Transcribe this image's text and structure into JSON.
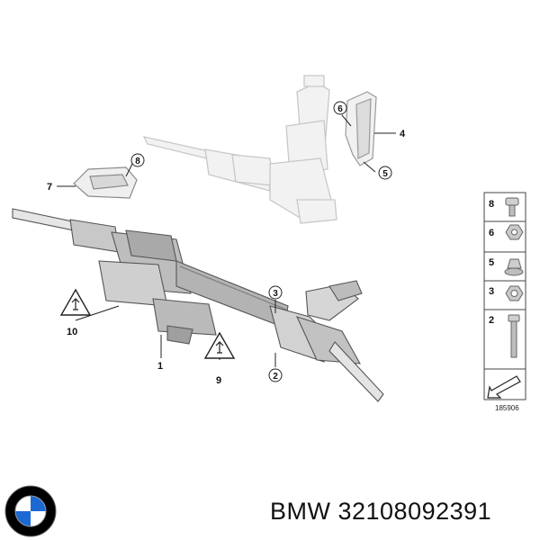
{
  "diagram": {
    "callouts": {
      "p1": "1",
      "p2": "2",
      "p3": "3",
      "p4": "4",
      "p5": "5",
      "p6": "6",
      "p7": "7",
      "p8": "8",
      "p9": "9",
      "p10": "10"
    },
    "legend": [
      {
        "num": "8",
        "icon": "torx-bolt-icon"
      },
      {
        "num": "6",
        "icon": "hex-nut-icon"
      },
      {
        "num": "5",
        "icon": "flange-nut-icon"
      },
      {
        "num": "3",
        "icon": "collar-nut-icon"
      },
      {
        "num": "2",
        "icon": "long-bolt-icon"
      }
    ],
    "reference_number": "185906"
  },
  "logo": {
    "brand": "BMW",
    "colors": {
      "blue": "#1c69d4",
      "black": "#000000",
      "white": "#ffffff"
    }
  },
  "caption": "BMW 32108092391"
}
